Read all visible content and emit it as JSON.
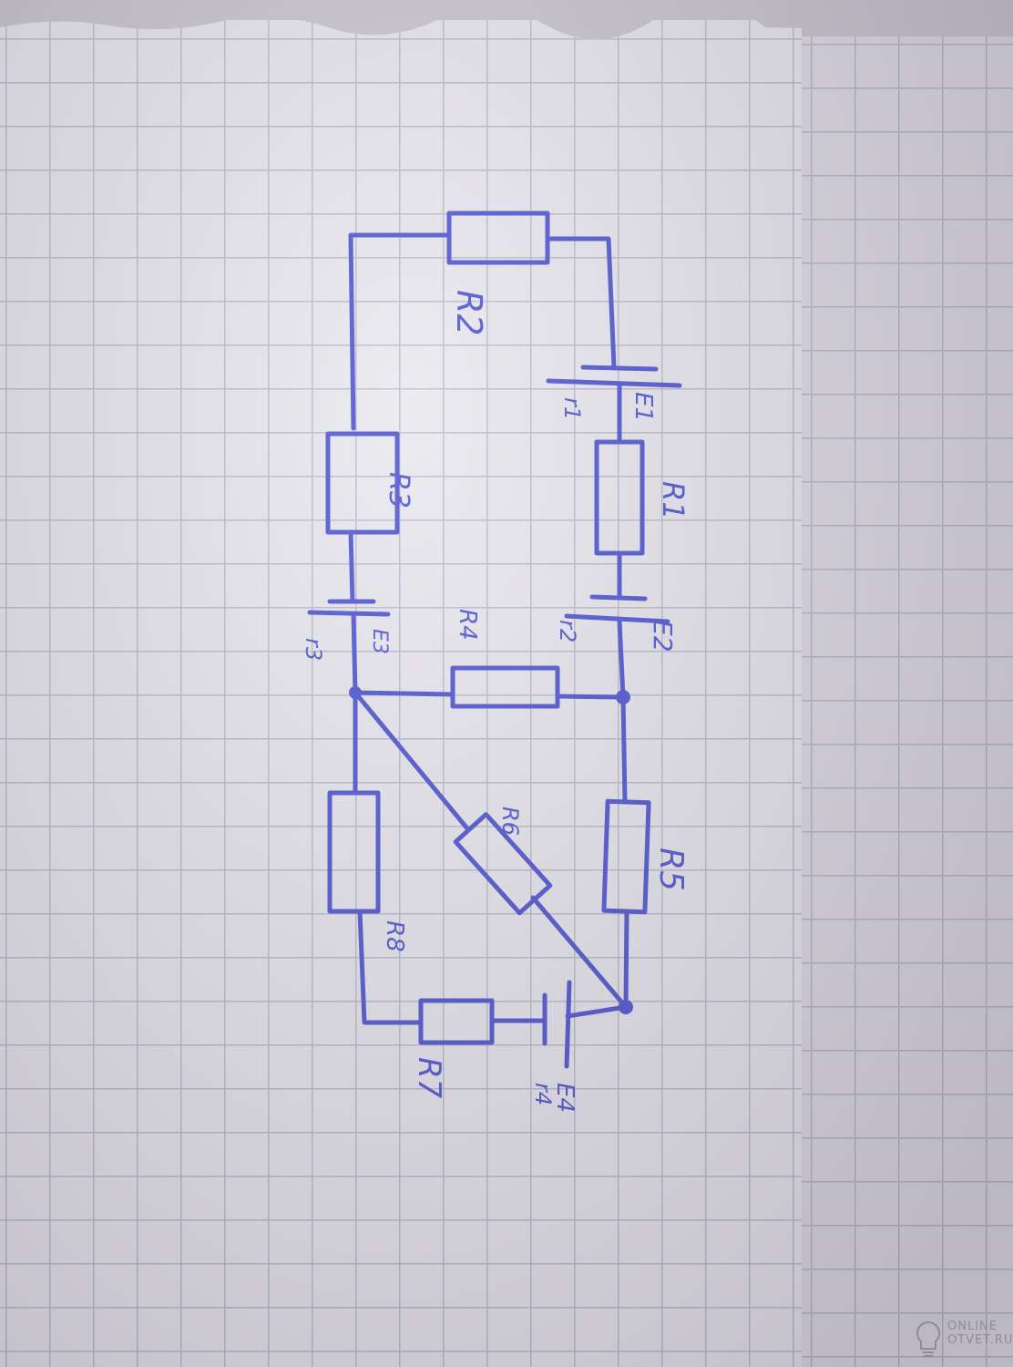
{
  "diagram": {
    "type": "hand-drawn electrical circuit",
    "ink_color": "#4b52d0",
    "labels": {
      "R1": "R1",
      "R2": "R2",
      "R3": "R3",
      "R4": "R4",
      "R5": "R5",
      "R6": "R6",
      "R7": "R7",
      "R8": "R8",
      "E1": "E1",
      "E2": "E2",
      "E3": "E3",
      "E4": "E4",
      "r1": "r1",
      "r2": "r2",
      "r3": "r3",
      "r4": "r4"
    }
  },
  "watermark": {
    "line1": "ONLINE",
    "line2": "OTVET.RU"
  }
}
